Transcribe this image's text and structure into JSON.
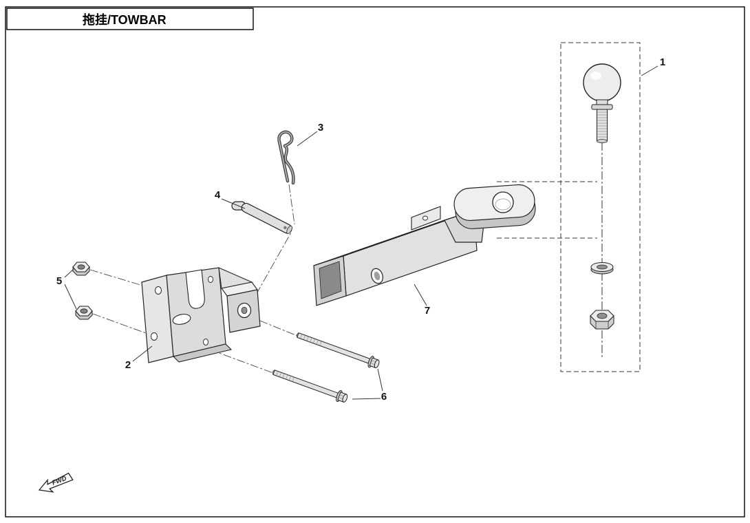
{
  "title_block": {
    "title": "拖挂/TOWBAR"
  },
  "diagram": {
    "part_labels": [
      "1",
      "2",
      "3",
      "4",
      "5",
      "6",
      "7"
    ],
    "fwd_label": "FWD"
  }
}
